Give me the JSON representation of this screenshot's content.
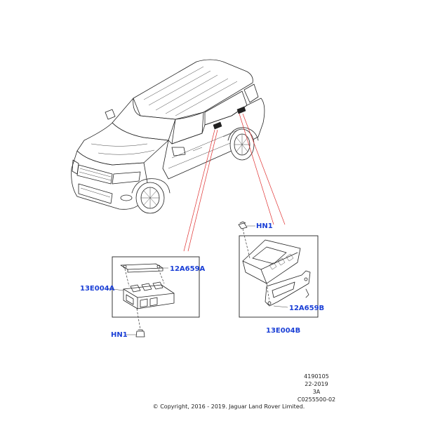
{
  "labels": {
    "left_bracket": "12A659A",
    "left_module": "13E004A",
    "left_nut": "HN1",
    "right_nut": "HN1",
    "right_bracket": "12A659B",
    "right_module": "13E004B"
  },
  "footer": {
    "line1": "4190105",
    "line2": "22-2019",
    "line3": "3A",
    "line4": "C0255500-02",
    "copyright": "© Copyright, 2016 - 2019. Jaguar Land Rover Limited."
  },
  "colors": {
    "part_link": "#1a3fd6",
    "leader_line": "#e03030",
    "line_art": "#222222"
  }
}
